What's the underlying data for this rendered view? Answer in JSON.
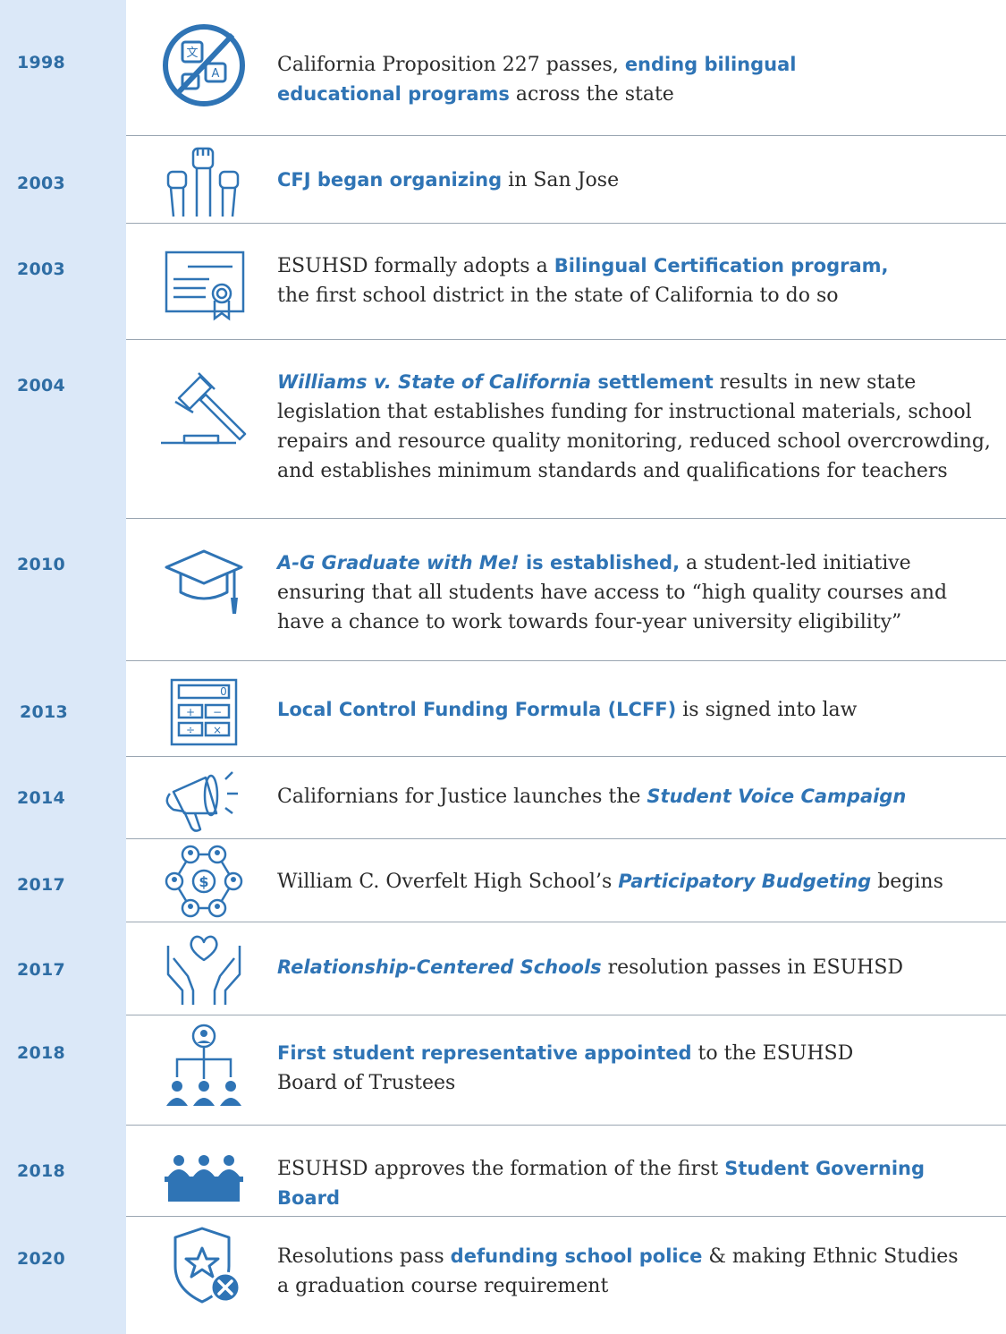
{
  "colors": {
    "accent": "#2f74b5",
    "year": "#2e6da4",
    "band": "#dbe8f8",
    "text": "#2b2b2b",
    "divider": "#9aa6b2"
  },
  "rows": [
    {
      "year": "1998",
      "icon": "no-translation-icon",
      "pre": "California Proposition 227 passes, ",
      "hl": "ending bilingual educational programs",
      "post": " across the state"
    },
    {
      "year": "2003",
      "icon": "raised-fists-icon",
      "pre": "",
      "hl": "CFJ began organizing",
      "post": " in San Jose"
    },
    {
      "year": "2003",
      "icon": "certificate-icon",
      "pre": "ESUHSD formally adopts a ",
      "hl": "Bilingual Certification program,",
      "post": "the first school district in the state of California to do so"
    },
    {
      "year": "2004",
      "icon": "gavel-icon",
      "hl_italic": "Williams v. State of California",
      "hl": " settlement",
      "post": " results in new state legislation that establishes funding for instructional materials, school repairs and resource quality monitoring, reduced school overcrowding, and establishes minimum standards and qualifications for teachers"
    },
    {
      "year": "2010",
      "icon": "graduation-cap-icon",
      "hl_italic": "A-G Graduate with Me!",
      "hl": " is established,",
      "post": " a student-led initiative ensuring that all students have access to “high quality courses and have a chance to work towards four-year university eligibility”"
    },
    {
      "year": "2013",
      "icon": "calculator-icon",
      "pre": "",
      "hl": "Local Control Funding Formula (LCFF)",
      "post": " is signed into law",
      "calc": {
        "display": "0",
        "keys": [
          "+",
          "−",
          "÷",
          "×"
        ]
      }
    },
    {
      "year": "2014",
      "icon": "megaphone-icon",
      "pre": "Californians for Justice launches the ",
      "hl_italic": "Student Voice Campaign"
    },
    {
      "year": "2017",
      "icon": "participatory-budget-icon",
      "pre": "William C. Overfelt High School’s ",
      "hl_italic": "Participatory Budgeting",
      "post": " begins",
      "coin_symbol": "$"
    },
    {
      "year": "2017",
      "icon": "hands-heart-icon",
      "hl_italic": "Relationship-Centered Schools",
      "post": " resolution passes in ESUHSD"
    },
    {
      "year": "2018",
      "icon": "student-representative-icon",
      "pre": "",
      "hl": "First student representative appointed",
      "post": " to the ESUHSD",
      "line2": "Board of Trustees"
    },
    {
      "year": "2018",
      "icon": "governing-board-icon",
      "pre": "ESUHSD approves the formation of the first ",
      "hl": "Student Governing Board"
    },
    {
      "year": "2020",
      "icon": "police-badge-x-icon",
      "pre": "Resolutions pass ",
      "hl": "defunding school police",
      "post": " & making Ethnic Studies",
      "line2": "a graduation course requirement"
    }
  ]
}
